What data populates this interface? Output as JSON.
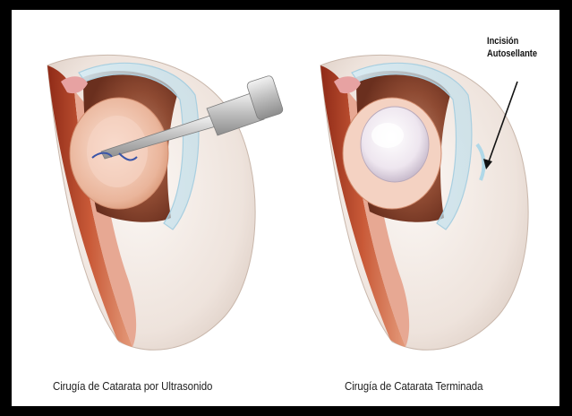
{
  "figure": {
    "left_caption": "Cirugía de Catarata por Ultrasonido",
    "right_caption": "Cirugía de Catarata Terminada",
    "annotation_line1": "Incisión",
    "annotation_line2": "Autosellante"
  },
  "colors": {
    "frame": "#000000",
    "background": "#ffffff",
    "sclera": "#efe7e2",
    "muscle": "#c44a2c",
    "iris": "#9a4e35",
    "lens": "#f1cbb8",
    "probe": "#c9c9c9"
  }
}
